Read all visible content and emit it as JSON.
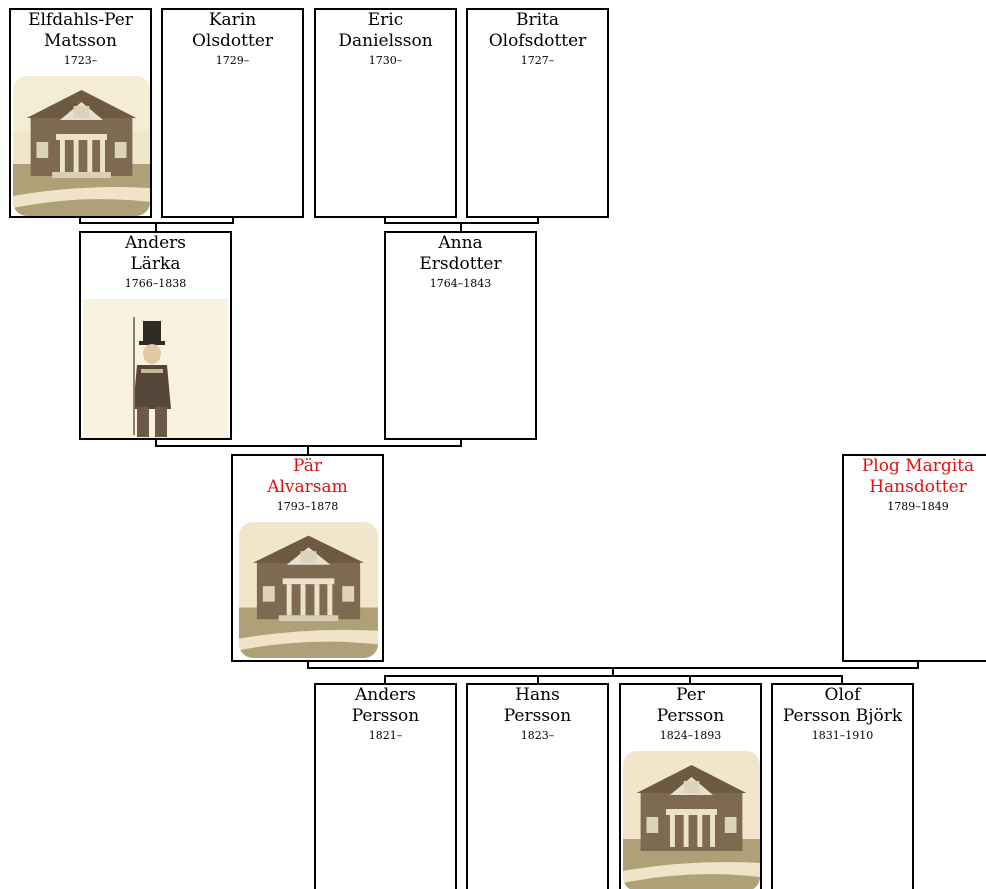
{
  "tree": {
    "grandparents": [
      {
        "name1": "Elfdahls-Per",
        "name2": "Matsson",
        "dates": "1723–",
        "photo": "house-photo"
      },
      {
        "name1": "Karin",
        "name2": "Olsdotter",
        "dates": "1729–"
      },
      {
        "name1": "Eric",
        "name2": "Danielsson",
        "dates": "1730–"
      },
      {
        "name1": "Brita",
        "name2": "Olofsdotter",
        "dates": "1727–"
      }
    ],
    "parents": [
      {
        "name1": "Anders",
        "name2": "Lärka",
        "dates": "1766–1838",
        "photo": "soldier-portrait"
      },
      {
        "name1": "Anna",
        "name2": "Ersdotter",
        "dates": "1764–1843"
      }
    ],
    "focus": [
      {
        "name1": "Pär",
        "name2": "Alvarsam",
        "dates": "1793–1878",
        "photo": "house-photo",
        "color": "#e01010"
      },
      {
        "name1": "Plog Margita",
        "name2": "Hansdotter",
        "dates": "1789–1849",
        "color": "#e01010"
      }
    ],
    "children": [
      {
        "name1": "Anders",
        "name2": "Persson",
        "dates": "1821–"
      },
      {
        "name1": "Hans",
        "name2": "Persson",
        "dates": "1823–"
      },
      {
        "name1": "Per",
        "name2": "Persson",
        "dates": "1824–1893",
        "photo": "house-photo"
      },
      {
        "name1": "Olof",
        "name2": "Persson Björk",
        "dates": "1831–1910"
      }
    ]
  }
}
